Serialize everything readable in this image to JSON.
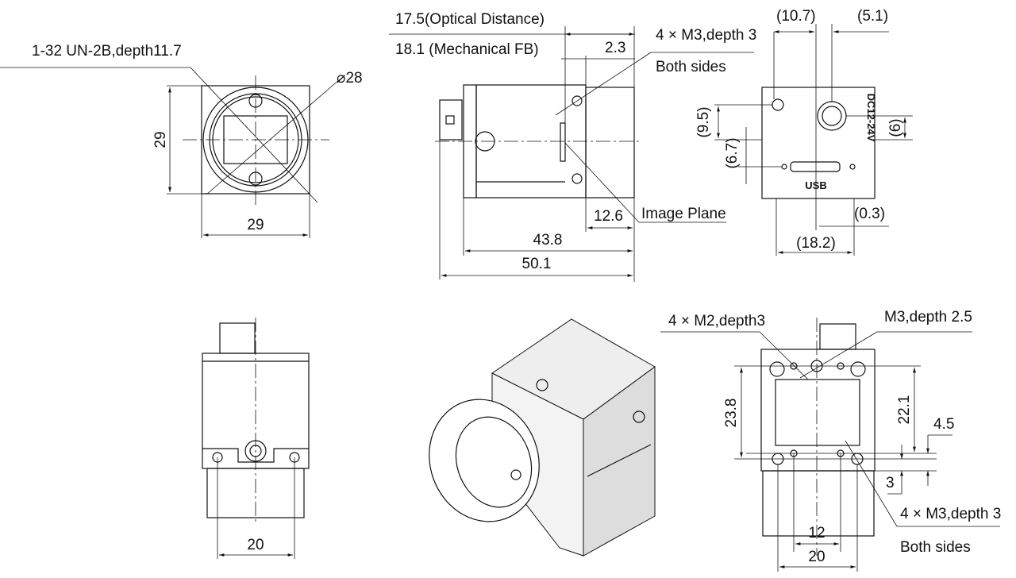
{
  "front_view": {
    "thread": "1-32 UN-2B,depth11.7",
    "diameter": "⌀28",
    "height": "29",
    "width": "29"
  },
  "side_view": {
    "optical_distance": "17.5(Optical Distance)",
    "mechanical_fb": "18.1 (Mechanical FB)",
    "dim_2_3": "2.3",
    "holes": "4 × M3,depth 3",
    "holes_note": "Both sides",
    "dim_12_6": "12.6",
    "image_plane": "Image Plane",
    "dim_43_8": "43.8",
    "dim_50_1": "50.1"
  },
  "back_view": {
    "dim_10_7": "(10.7)",
    "dim_5_1": "(5.1)",
    "dim_9_5": "(9.5)",
    "dim_6_7": "(6.7)",
    "dim_6": "(6)",
    "power_label": "DC12-24V",
    "usb_label": "USB",
    "dim_0_3": "(0.3)",
    "dim_18_2": "(18.2)"
  },
  "top_view": {
    "width": "20"
  },
  "bottom_view": {
    "m2_holes": "4 × M2,depth3",
    "m3_hole": "M3,depth 2.5",
    "dim_23_8": "23.8",
    "dim_22_1": "22.1",
    "dim_4_5": "4.5",
    "dim_3": "3",
    "m3_holes": "4 × M3,depth 3",
    "m3_holes_note": "Both sides",
    "dim_12": "12",
    "dim_20": "20"
  }
}
